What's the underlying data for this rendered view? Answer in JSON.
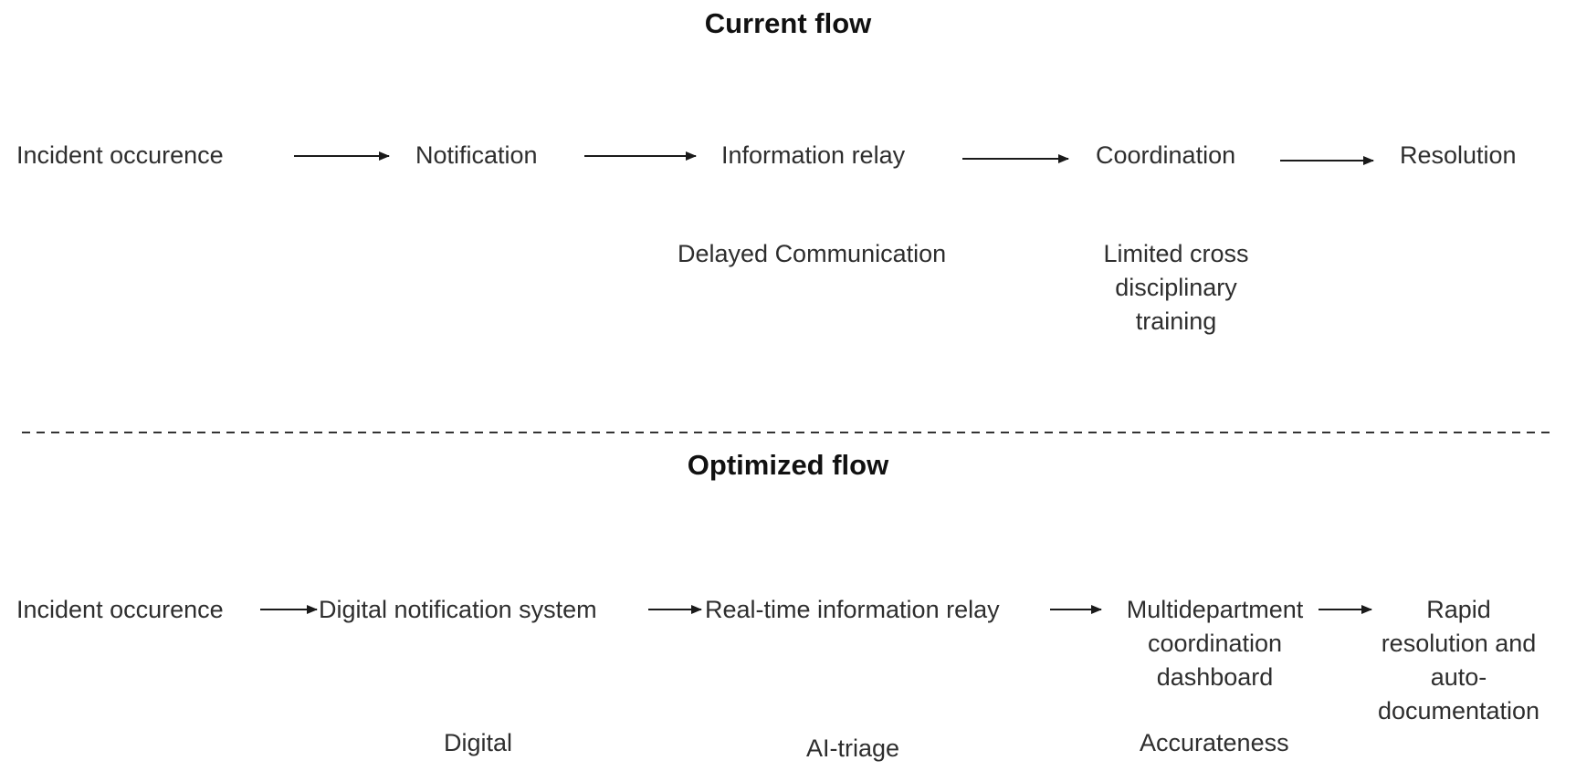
{
  "current": {
    "title": "Current flow",
    "nodes": [
      "Incident occurence",
      "Notification",
      "Information relay",
      "Coordination",
      "Resolution"
    ],
    "notes": [
      "Delayed Communication",
      "Limited cross disciplinary training"
    ]
  },
  "optimized": {
    "title": "Optimized flow",
    "nodes": [
      "Incident occurence",
      "Digital notification system",
      "Real-time information relay",
      "Multidepartment coordination dashboard",
      "Rapid resolution and auto-documentation"
    ],
    "notes": [
      "Digital",
      "AI-triage",
      "Accurateness"
    ]
  }
}
